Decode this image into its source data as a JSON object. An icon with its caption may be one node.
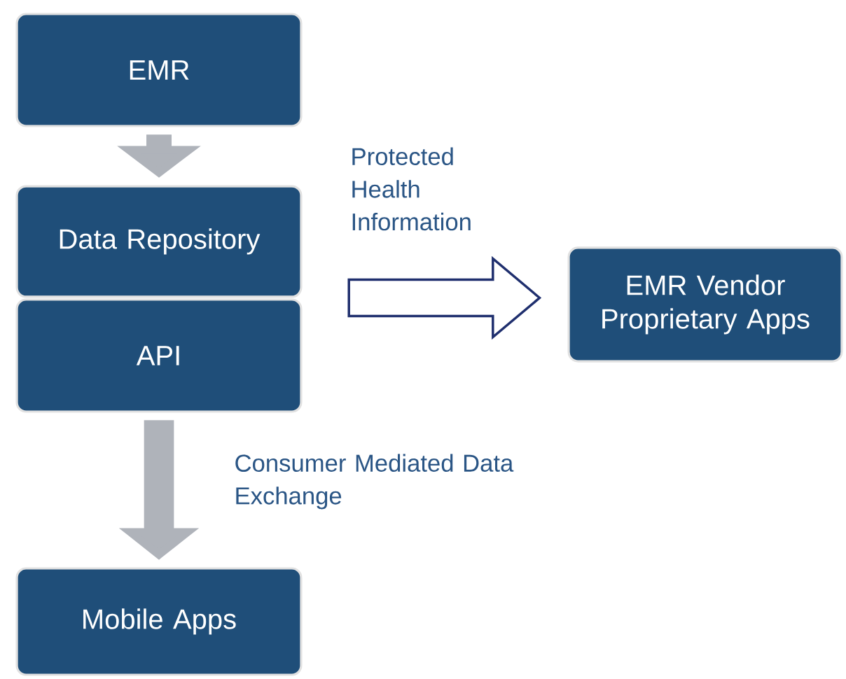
{
  "diagram": {
    "nodes": [
      {
        "text": [
          "EMR"
        ]
      },
      {
        "text": [
          "Data Repository"
        ]
      },
      {
        "text": [
          "API"
        ]
      },
      {
        "text": [
          "EMR Vendor Proprietary Apps"
        ]
      },
      {
        "text": [
          "Mobile Apps"
        ]
      }
    ],
    "edges": [
      {
        "from": 0,
        "to": 1,
        "arrow": "to"
      },
      {
        "from": 1,
        "to": 3,
        "arrow": "to",
        "label": "Protected Health Information",
        "color": "#1f2f6e"
      },
      {
        "from": 2,
        "to": 4,
        "arrow": "to",
        "label": "Consumer Mediated Data Exchange"
      }
    ]
  }
}
